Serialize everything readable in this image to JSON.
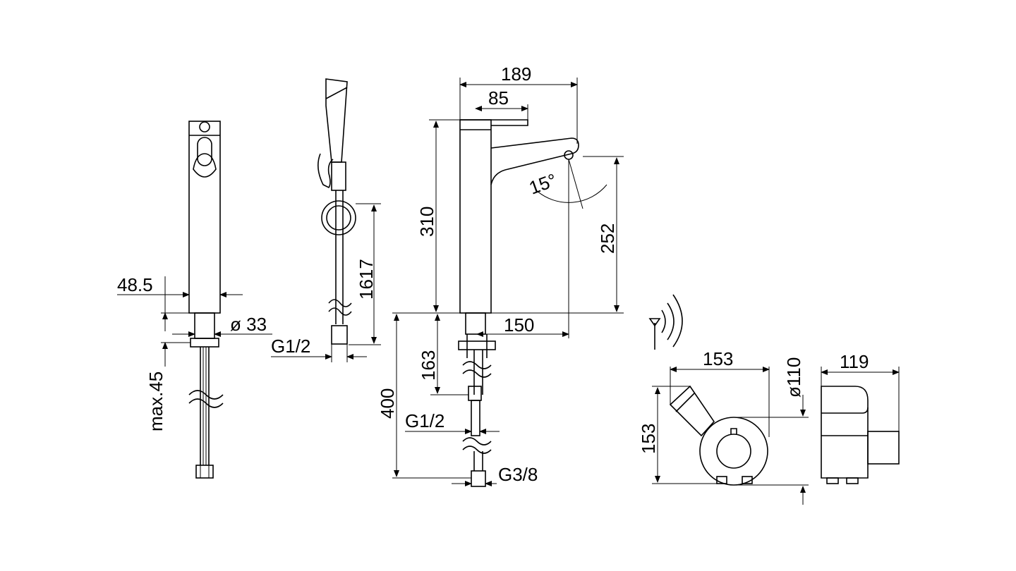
{
  "dimensions": {
    "width_48_5": "48.5",
    "diameter_33": "ø 33",
    "max_45": "max.45",
    "hose_1617": "1617",
    "hose_thread_g12": "G1/2",
    "width_189": "189",
    "width_85": "85",
    "height_310": "310",
    "angle_15": "15°",
    "height_252": "252",
    "reach_150": "150",
    "below_163": "163",
    "below_400": "400",
    "thread_g12": "G1/2",
    "thread_g38": "G3/8",
    "box_153_w": "153",
    "box_110_dia": "ø110",
    "box_153_h": "153",
    "box_119": "119"
  }
}
